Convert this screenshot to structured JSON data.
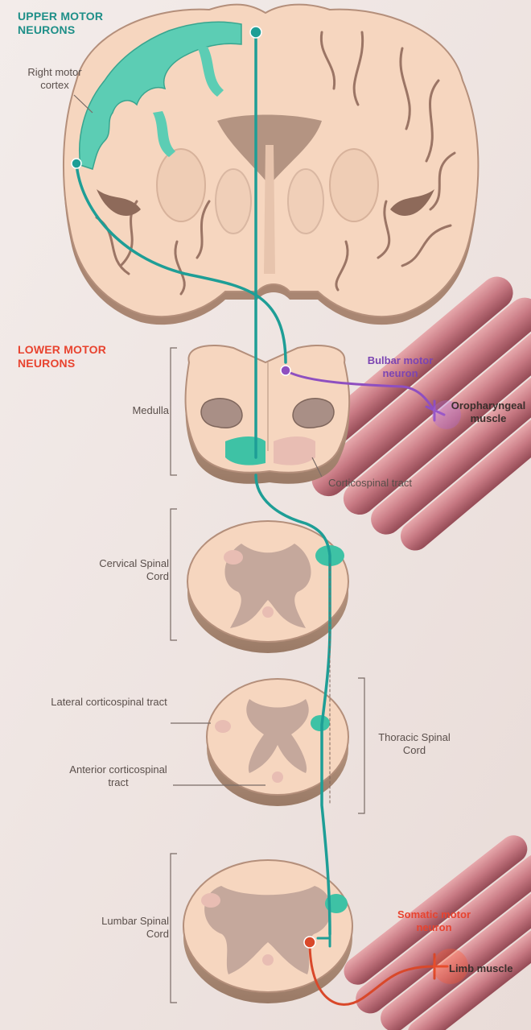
{
  "headings": {
    "upper": "UPPER MOTOR NEURONS",
    "lower": "LOWER MOTOR NEURONS"
  },
  "labels": {
    "right_motor_cortex": "Right motor cortex",
    "medulla": "Medulla",
    "bulbar_motor_neuron": "Bulbar motor neuron",
    "oropharyngeal_muscle": "Oropharyngeal muscle",
    "corticospinal_tract": "Corticospinal tract",
    "cervical_spinal_cord": "Cervical Spinal Cord",
    "lateral_corticospinal_tract": "Lateral corticospinal tract",
    "thoracic_spinal_cord": "Thoracic Spinal Cord",
    "anterior_corticospinal_tract": "Anterior corticospinal tract",
    "lumbar_spinal_cord": "Lumbar Spinal Cord",
    "somatic_motor_neuron": "Somatic motor neuron",
    "limb_muscle": "Limb muscle"
  },
  "colors": {
    "upper_motor_neuron": "#1e9e96",
    "cortex_highlight": "#5ccdb4",
    "bulbar_neuron": "#8e4fc0",
    "somatic_neuron": "#d9482a",
    "tissue": "#f7d8c0",
    "gray_matter": "#c9aca0",
    "muscle": "#c77680"
  }
}
